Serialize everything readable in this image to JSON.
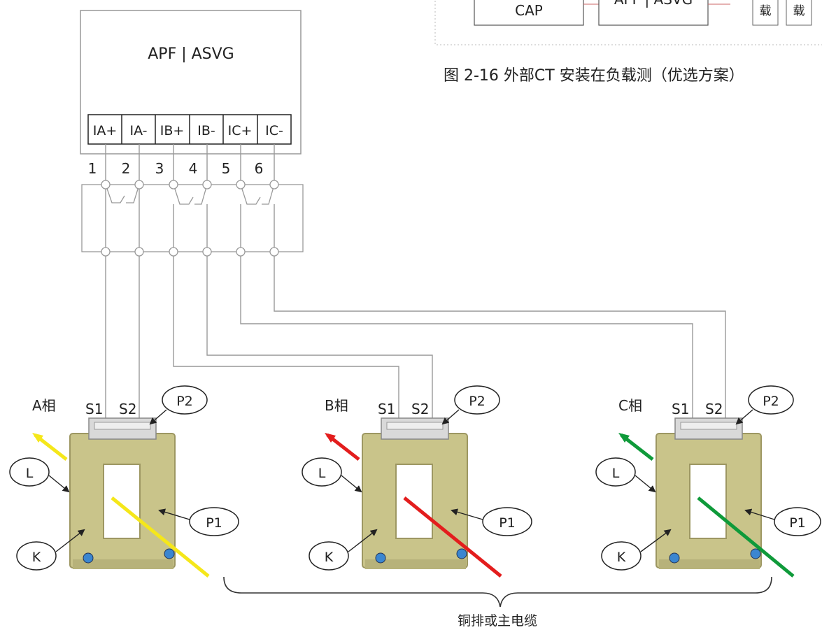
{
  "device": {
    "title": "APF | ASVG"
  },
  "terminals": [
    "IA+",
    "IA-",
    "IB+",
    "IB-",
    "IC+",
    "IC-"
  ],
  "terminal_numbers": [
    "1",
    "2",
    "3",
    "4",
    "5",
    "6"
  ],
  "inset": {
    "cap_label": "CAP",
    "device_label_partial": "APF | ASVG",
    "load_chars": [
      "载",
      "载"
    ],
    "caption": "图 2-16  外部CT 安装在负载测（优选方案）"
  },
  "phases": [
    {
      "phase_label": "A相",
      "s1": "S1",
      "s2": "S2",
      "p1": "P1",
      "p2": "P2",
      "l": "L",
      "k": "K",
      "conductor_color": "#f5e71a"
    },
    {
      "phase_label": "B相",
      "s1": "S1",
      "s2": "S2",
      "p1": "P1",
      "p2": "P2",
      "l": "L",
      "k": "K",
      "conductor_color": "#e31d1d"
    },
    {
      "phase_label": "C相",
      "s1": "S1",
      "s2": "S2",
      "p1": "P1",
      "p2": "P2",
      "l": "L",
      "k": "K",
      "conductor_color": "#0f9a3a"
    }
  ],
  "bottom_label": "铜排或主电缆",
  "colors": {
    "line": "#888888",
    "ct_body": "#c9c48a",
    "ct_dark": "#9d9762",
    "terminal_block": "#999999"
  }
}
